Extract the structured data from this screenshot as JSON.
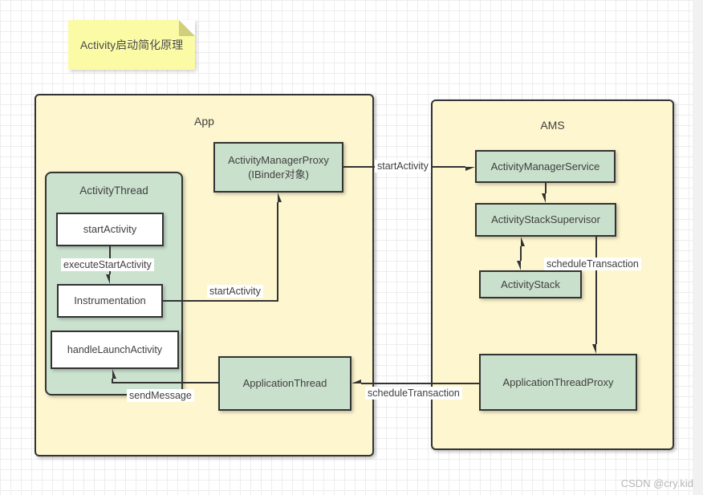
{
  "note_text": "Activity启动简化原理",
  "containers": {
    "app": "App",
    "ams": "AMS",
    "activity_thread": "ActivityThread"
  },
  "nodes": {
    "activity_manager_proxy_line1": "ActivityManagerProxy",
    "activity_manager_proxy_line2": "(IBinder对象)",
    "start_activity": "startActivity",
    "instrumentation": "Instrumentation",
    "handle_launch_activity": "handleLaunchActivity",
    "application_thread": "ApplicationThread",
    "activity_manager_service": "ActivityManagerService",
    "activity_stack_supervisor": "ActivityStackSupervisor",
    "activity_stack": "ActivityStack",
    "application_thread_proxy": "ApplicationThreadProxy"
  },
  "labels": {
    "execute_start_activity": "executeStartActivity",
    "start_activity_inner": "startActivity",
    "start_activity_cross": "startActivity",
    "schedule_transaction_right": "scheduleTransaction",
    "schedule_transaction_bottom": "scheduleTransaction",
    "send_message": "sendMessage"
  },
  "watermark": "CSDN @cry.kid",
  "colors": {
    "container_fill": "#fdf6cf",
    "node_fill": "#c9e0cc",
    "note_fill": "#fbfba6",
    "border": "#333333",
    "grid_line": "#ededed",
    "watermark_text": "#b5b5b5"
  }
}
